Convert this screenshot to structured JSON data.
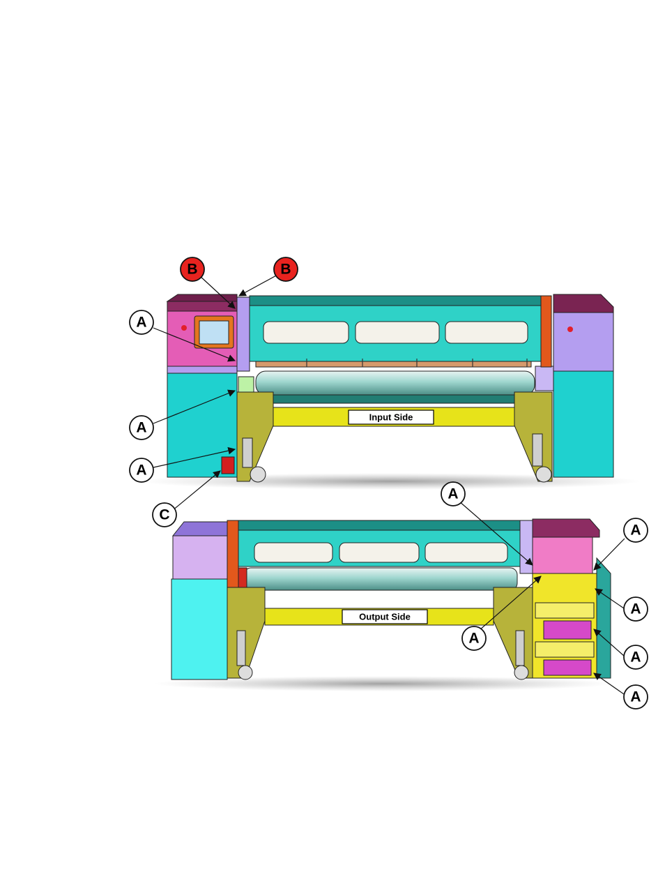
{
  "labels": {
    "input_side": "Input Side",
    "output_side": "Output Side"
  },
  "callouts": {
    "a": "A",
    "b": "B",
    "c": "C"
  },
  "colors": {
    "callout_b_fill": "#e8231f",
    "callout_default_fill": "#ffffff",
    "cyan_panel": "#1fd1cf",
    "teal_body": "#2ab4a6",
    "magenta_panel": "#e75ab5",
    "lavender_panel": "#b49ef0",
    "yellow_frame": "#e7e31a",
    "olive_leg": "#b7b33a",
    "orange_trim": "#e2581c",
    "maroon_top": "#7a2452"
  }
}
